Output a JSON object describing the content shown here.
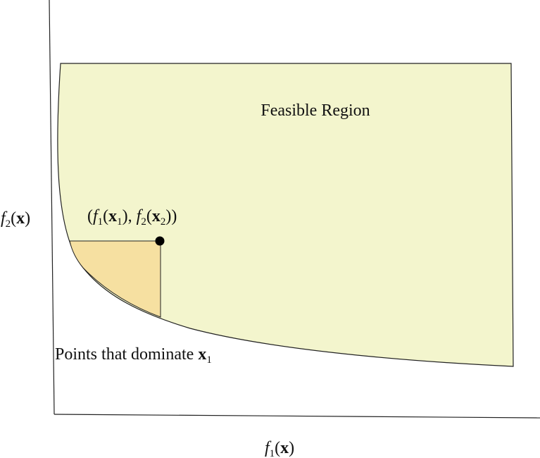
{
  "diagram": {
    "region_label": "Feasible Region",
    "dominate_label": "Points that dominate ",
    "dominate_var": "x",
    "dominate_sub": "1",
    "point_label": {
      "open": "(",
      "f1": "f",
      "f1_sub": "1",
      "paren1": "(",
      "x1": "x",
      "x1_sub": "1",
      "comma": "), ",
      "f2": "f",
      "f2_sub": "2",
      "paren2": "(",
      "x2": "x",
      "x2_sub": "2",
      "close": "))"
    },
    "x_axis_label": {
      "f": "f",
      "sub": "1",
      "open": "(",
      "x": "x",
      "close": ")"
    },
    "y_axis_label": {
      "f": "f",
      "sub": "2",
      "open": "(",
      "x": "x",
      "close": ")"
    }
  },
  "colors": {
    "feasible_fill": "#f3f5cd",
    "dominated_fill": "#f6e0a1",
    "stroke": "#222222",
    "point": "#000000"
  }
}
